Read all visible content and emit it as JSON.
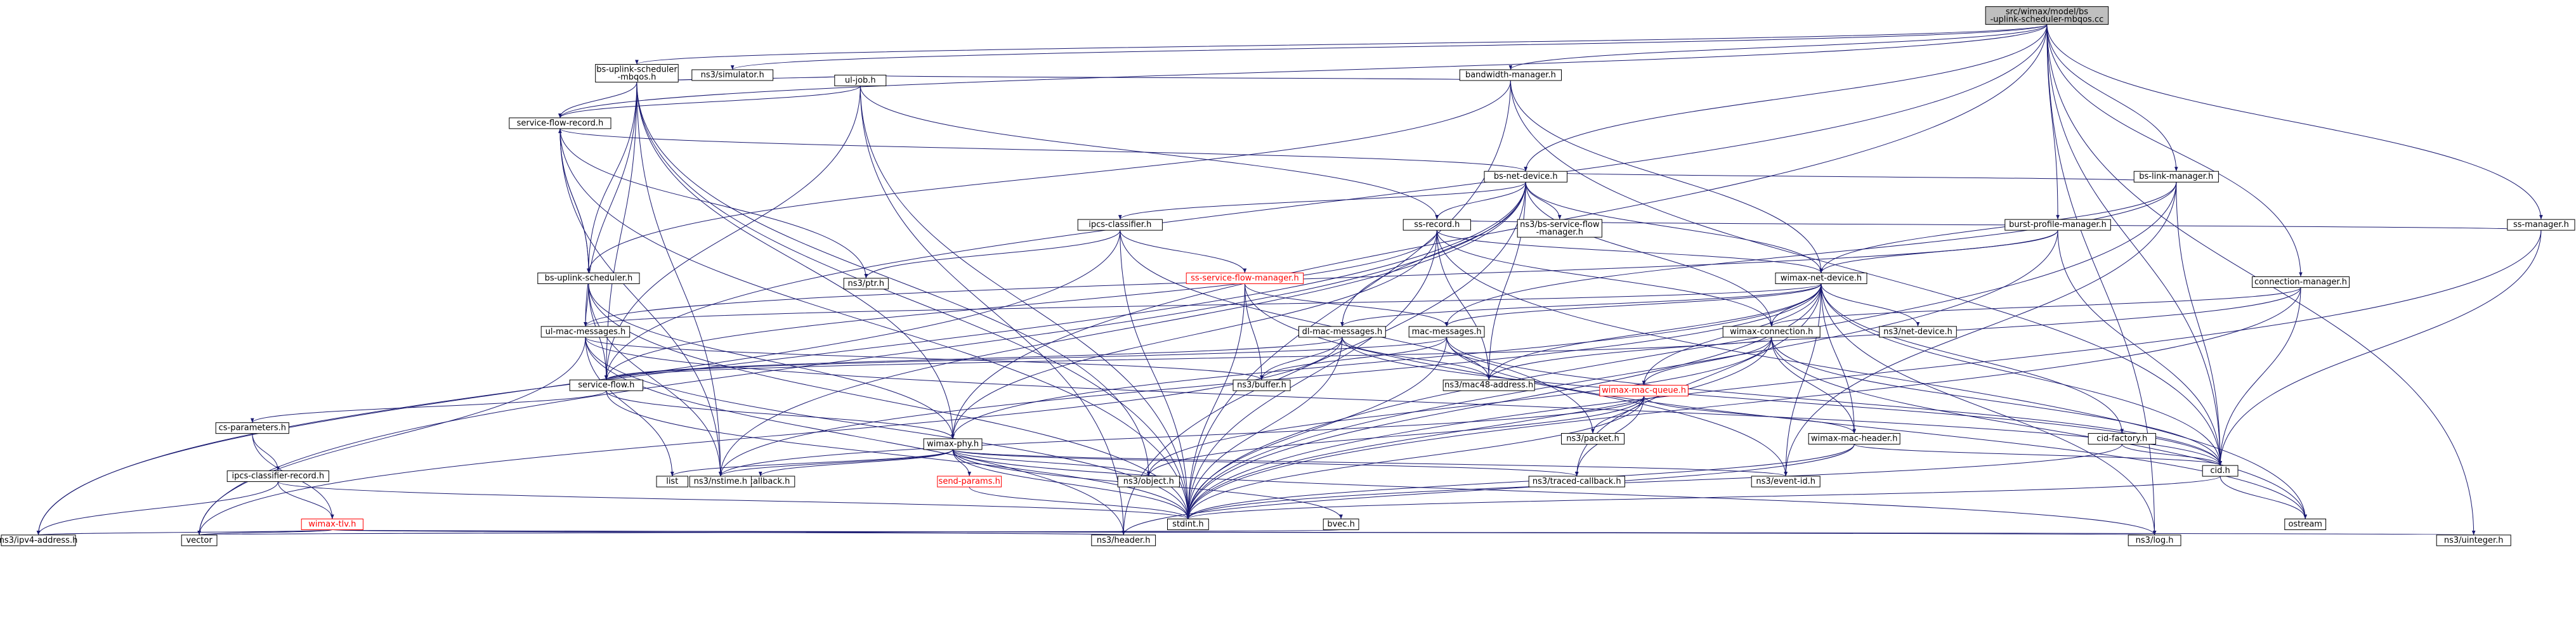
{
  "graph": {
    "colors": {
      "edge": "#191970",
      "node_border": "#000000",
      "root_fill": "#bfbfbf",
      "incomplete_border": "#ff0000"
    },
    "nodes": [
      {
        "id": "root",
        "label": [
          "src/wimax/model/bs",
          "-uplink-scheduler-mbqos.cc"
        ],
        "root": true
      },
      {
        "id": "bsupmbqos",
        "label": [
          "bs-uplink-scheduler",
          "-mbqos.h"
        ]
      },
      {
        "id": "simulator",
        "label": [
          "ns3/simulator.h"
        ]
      },
      {
        "id": "bwmgr",
        "label": [
          "bandwidth-manager.h"
        ]
      },
      {
        "id": "uljob",
        "label": [
          "ul-job.h"
        ]
      },
      {
        "id": "sfrecord",
        "label": [
          "service-flow-record.h"
        ]
      },
      {
        "id": "bsnetdev",
        "label": [
          "bs-net-device.h"
        ]
      },
      {
        "id": "bslinkmgr",
        "label": [
          "bs-link-manager.h"
        ]
      },
      {
        "id": "ssmgr",
        "label": [
          "ss-manager.h"
        ]
      },
      {
        "id": "burstprof",
        "label": [
          "burst-profile-manager.h"
        ]
      },
      {
        "id": "connmgr",
        "label": [
          "connection-manager.h"
        ]
      },
      {
        "id": "ipcscls",
        "label": [
          "ipcs-classifier.h"
        ]
      },
      {
        "id": "ssrecord",
        "label": [
          "ss-record.h"
        ]
      },
      {
        "id": "bssfmgr",
        "label": [
          "ns3/bs-service-flow",
          "-manager.h"
        ]
      },
      {
        "id": "ptr",
        "label": [
          "ns3/ptr.h"
        ]
      },
      {
        "id": "bsupsched",
        "label": [
          "bs-uplink-scheduler.h"
        ]
      },
      {
        "id": "sssfmgr",
        "label": [
          "ss-service-flow-manager.h"
        ],
        "red": true
      },
      {
        "id": "wimaxnetdev",
        "label": [
          "wimax-net-device.h"
        ]
      },
      {
        "id": "ulmac",
        "label": [
          "ul-mac-messages.h"
        ]
      },
      {
        "id": "dlmac",
        "label": [
          "dl-mac-messages.h"
        ]
      },
      {
        "id": "macmsg",
        "label": [
          "mac-messages.h"
        ]
      },
      {
        "id": "wimaxconn",
        "label": [
          "wimax-connection.h"
        ]
      },
      {
        "id": "netdevice",
        "label": [
          "ns3/net-device.h"
        ]
      },
      {
        "id": "sflow",
        "label": [
          "service-flow.h"
        ]
      },
      {
        "id": "buffer",
        "label": [
          "ns3/buffer.h"
        ]
      },
      {
        "id": "mac48",
        "label": [
          "ns3/mac48-address.h"
        ]
      },
      {
        "id": "wimaxmacq",
        "label": [
          "wimax-mac-queue.h"
        ],
        "red": true
      },
      {
        "id": "csparams",
        "label": [
          "cs-parameters.h"
        ]
      },
      {
        "id": "wimaxphy",
        "label": [
          "wimax-phy.h"
        ]
      },
      {
        "id": "packet",
        "label": [
          "ns3/packet.h"
        ]
      },
      {
        "id": "wimaxmachdr",
        "label": [
          "wimax-mac-header.h"
        ]
      },
      {
        "id": "cidfactory",
        "label": [
          "cid-factory.h"
        ]
      },
      {
        "id": "cid",
        "label": [
          "cid.h"
        ]
      },
      {
        "id": "ipcsrec",
        "label": [
          "ipcs-classifier-record.h"
        ]
      },
      {
        "id": "list",
        "label": [
          "list"
        ]
      },
      {
        "id": "callback",
        "label": [
          "ns3/callback.h"
        ]
      },
      {
        "id": "sendparams",
        "label": [
          "send-params.h"
        ],
        "red": true
      },
      {
        "id": "object",
        "label": [
          "ns3/object.h"
        ]
      },
      {
        "id": "traced",
        "label": [
          "ns3/traced-callback.h"
        ]
      },
      {
        "id": "eventid",
        "label": [
          "ns3/event-id.h"
        ]
      },
      {
        "id": "nstime",
        "label": [
          "ns3/nstime.h"
        ]
      },
      {
        "id": "wimaxtlv",
        "label": [
          "wimax-tlv.h"
        ],
        "red": true
      },
      {
        "id": "stdint",
        "label": [
          "stdint.h"
        ]
      },
      {
        "id": "bvec",
        "label": [
          "bvec.h"
        ]
      },
      {
        "id": "ostream",
        "label": [
          "ostream"
        ]
      },
      {
        "id": "ipv4",
        "label": [
          "ns3/ipv4-address.h"
        ]
      },
      {
        "id": "vector",
        "label": [
          "vector"
        ]
      },
      {
        "id": "header",
        "label": [
          "ns3/header.h"
        ]
      },
      {
        "id": "log",
        "label": [
          "ns3/log.h"
        ]
      },
      {
        "id": "uinteger",
        "label": [
          "ns3/uinteger.h"
        ]
      }
    ],
    "edges": [
      [
        "root",
        "bsupmbqos"
      ],
      [
        "root",
        "simulator"
      ],
      [
        "root",
        "bwmgr"
      ],
      [
        "root",
        "bsnetdev"
      ],
      [
        "root",
        "bslinkmgr"
      ],
      [
        "root",
        "ssmgr"
      ],
      [
        "root",
        "burstprof"
      ],
      [
        "root",
        "connmgr"
      ],
      [
        "root",
        "sfrecord"
      ],
      [
        "root",
        "sflow"
      ],
      [
        "root",
        "wimaxphy"
      ],
      [
        "root",
        "cid"
      ],
      [
        "root",
        "log"
      ],
      [
        "root",
        "uinteger"
      ],
      [
        "bsupmbqos",
        "uljob"
      ],
      [
        "bsupmbqos",
        "sfrecord"
      ],
      [
        "bsupmbqos",
        "bsupsched"
      ],
      [
        "bsupmbqos",
        "ulmac"
      ],
      [
        "bsupmbqos",
        "sflow"
      ],
      [
        "bsupmbqos",
        "wimaxphy"
      ],
      [
        "bsupmbqos",
        "object"
      ],
      [
        "bsupmbqos",
        "nstime"
      ],
      [
        "bsupmbqos",
        "stdint"
      ],
      [
        "bwmgr",
        "uljob"
      ],
      [
        "bwmgr",
        "bsupsched"
      ],
      [
        "bwmgr",
        "wimaxnetdev"
      ],
      [
        "bwmgr",
        "cid"
      ],
      [
        "bwmgr",
        "stdint"
      ],
      [
        "uljob",
        "sfrecord"
      ],
      [
        "uljob",
        "ssrecord"
      ],
      [
        "uljob",
        "sflow"
      ],
      [
        "uljob",
        "stdint"
      ],
      [
        "uljob",
        "header"
      ],
      [
        "sfrecord",
        "bsnetdev"
      ],
      [
        "sfrecord",
        "ptr"
      ],
      [
        "sfrecord",
        "bsupsched"
      ],
      [
        "sfrecord",
        "nstime"
      ],
      [
        "sfrecord",
        "stdint"
      ],
      [
        "bsnetdev",
        "ipcscls"
      ],
      [
        "bsnetdev",
        "ssrecord"
      ],
      [
        "bsnetdev",
        "bssfmgr"
      ],
      [
        "bsnetdev",
        "wimaxnetdev"
      ],
      [
        "bsnetdev",
        "dlmac"
      ],
      [
        "bsnetdev",
        "wimaxconn"
      ],
      [
        "bsnetdev",
        "mac48"
      ],
      [
        "bsnetdev",
        "nstime"
      ],
      [
        "bsnetdev",
        "ipv4"
      ],
      [
        "bsnetdev",
        "vector"
      ],
      [
        "bsnetdev",
        "header"
      ],
      [
        "bslinkmgr",
        "bsnetdev"
      ],
      [
        "bslinkmgr",
        "wimaxnetdev"
      ],
      [
        "bslinkmgr",
        "macmsg"
      ],
      [
        "bslinkmgr",
        "cid"
      ],
      [
        "bslinkmgr",
        "stdint"
      ],
      [
        "bslinkmgr",
        "eventid"
      ],
      [
        "ssmgr",
        "ssrecord"
      ],
      [
        "ssmgr",
        "cid"
      ],
      [
        "ssmgr",
        "stdint"
      ],
      [
        "burstprof",
        "wimaxnetdev"
      ],
      [
        "burstprof",
        "cid"
      ],
      [
        "burstprof",
        "ulmac"
      ],
      [
        "burstprof",
        "stdint"
      ],
      [
        "connmgr",
        "wimaxconn"
      ],
      [
        "connmgr",
        "cid"
      ],
      [
        "connmgr",
        "mac48"
      ],
      [
        "connmgr",
        "stdint"
      ],
      [
        "ipcscls",
        "sssfmgr"
      ],
      [
        "ipcscls",
        "ptr"
      ],
      [
        "ipcscls",
        "stdint"
      ],
      [
        "ipcscls",
        "ipv4"
      ],
      [
        "ipcscls",
        "packet"
      ],
      [
        "ssrecord",
        "wimaxnetdev"
      ],
      [
        "ssrecord",
        "mac48"
      ],
      [
        "ssrecord",
        "wimaxconn"
      ],
      [
        "ssrecord",
        "wimaxphy"
      ],
      [
        "ssrecord",
        "sflow"
      ],
      [
        "ssrecord",
        "stdint"
      ],
      [
        "ssrecord",
        "ostream"
      ],
      [
        "sssfmgr",
        "macmsg"
      ],
      [
        "sssfmgr",
        "buffer"
      ],
      [
        "sssfmgr",
        "stdint"
      ],
      [
        "sssfmgr",
        "eventid"
      ],
      [
        "bsupsched",
        "ulmac"
      ],
      [
        "bsupsched",
        "sflow"
      ],
      [
        "bsupsched",
        "wimaxphy"
      ],
      [
        "bsupsched",
        "nstime"
      ],
      [
        "bsupsched",
        "stdint"
      ],
      [
        "bsupsched",
        "sfrecord"
      ],
      [
        "wimaxnetdev",
        "ulmac"
      ],
      [
        "wimaxnetdev",
        "dlmac"
      ],
      [
        "wimaxnetdev",
        "macmsg"
      ],
      [
        "wimaxnetdev",
        "wimaxconn"
      ],
      [
        "wimaxnetdev",
        "netdevice"
      ],
      [
        "wimaxnetdev",
        "mac48"
      ],
      [
        "wimaxnetdev",
        "wimaxmacq"
      ],
      [
        "wimaxnetdev",
        "wimaxmachdr"
      ],
      [
        "wimaxnetdev",
        "cidfactory"
      ],
      [
        "wimaxnetdev",
        "cid"
      ],
      [
        "wimaxnetdev",
        "eventid"
      ],
      [
        "wimaxnetdev",
        "traced"
      ],
      [
        "wimaxnetdev",
        "log"
      ],
      [
        "wimaxnetdev",
        "nstime"
      ],
      [
        "wimaxnetdev",
        "wimaxphy"
      ],
      [
        "wimaxnetdev",
        "stdint"
      ],
      [
        "ulmac",
        "buffer"
      ],
      [
        "ulmac",
        "cid"
      ],
      [
        "ulmac",
        "vector"
      ],
      [
        "ulmac",
        "list"
      ],
      [
        "ulmac",
        "stdint"
      ],
      [
        "ulmac",
        "header"
      ],
      [
        "dlmac",
        "buffer"
      ],
      [
        "dlmac",
        "mac48"
      ],
      [
        "dlmac",
        "cid"
      ],
      [
        "dlmac",
        "stdint"
      ],
      [
        "dlmac",
        "vector"
      ],
      [
        "dlmac",
        "sflow"
      ],
      [
        "macmsg",
        "buffer"
      ],
      [
        "macmsg",
        "mac48"
      ],
      [
        "macmsg",
        "cid"
      ],
      [
        "macmsg",
        "sflow"
      ],
      [
        "macmsg",
        "stdint"
      ],
      [
        "macmsg",
        "ostream"
      ],
      [
        "wimaxconn",
        "wimaxmacq"
      ],
      [
        "wimaxconn",
        "cid"
      ],
      [
        "wimaxconn",
        "sflow"
      ],
      [
        "wimaxconn",
        "object"
      ],
      [
        "wimaxconn",
        "wimaxmachdr"
      ],
      [
        "wimaxconn",
        "ostream"
      ],
      [
        "wimaxconn",
        "stdint"
      ],
      [
        "sflow",
        "csparams"
      ],
      [
        "sflow",
        "wimaxphy"
      ],
      [
        "sflow",
        "stdint"
      ],
      [
        "wimaxmacq",
        "packet"
      ],
      [
        "wimaxmacq",
        "object"
      ],
      [
        "wimaxmacq",
        "traced"
      ],
      [
        "wimaxmacq",
        "nstime"
      ],
      [
        "wimaxmacq",
        "wimaxmachdr"
      ],
      [
        "wimaxmacq",
        "stdint"
      ],
      [
        "csparams",
        "ipcsrec"
      ],
      [
        "csparams",
        "wimaxtlv"
      ],
      [
        "wimaxphy",
        "list"
      ],
      [
        "wimaxphy",
        "callback"
      ],
      [
        "wimaxphy",
        "sendparams"
      ],
      [
        "wimaxphy",
        "object"
      ],
      [
        "wimaxphy",
        "traced"
      ],
      [
        "wimaxphy",
        "eventid"
      ],
      [
        "wimaxphy",
        "nstime"
      ],
      [
        "wimaxphy",
        "bvec"
      ],
      [
        "wimaxphy",
        "stdint"
      ],
      [
        "wimaxphy",
        "log"
      ],
      [
        "wimaxmachdr",
        "cid"
      ],
      [
        "wimaxmachdr",
        "header"
      ],
      [
        "wimaxmachdr",
        "stdint"
      ],
      [
        "cidfactory",
        "cid"
      ],
      [
        "cidfactory",
        "stdint"
      ],
      [
        "cid",
        "stdint"
      ],
      [
        "cid",
        "ostream"
      ],
      [
        "ipcsrec",
        "ipv4"
      ],
      [
        "ipcsrec",
        "wimaxtlv"
      ],
      [
        "ipcsrec",
        "stdint"
      ],
      [
        "sendparams",
        "stdint"
      ],
      [
        "wimaxtlv",
        "ipv4"
      ],
      [
        "wimaxtlv",
        "vector"
      ],
      [
        "wimaxtlv",
        "header"
      ],
      [
        "wimaxtlv",
        "log"
      ],
      [
        "wimaxtlv",
        "uinteger"
      ],
      [
        "bvec",
        "vector"
      ]
    ]
  }
}
